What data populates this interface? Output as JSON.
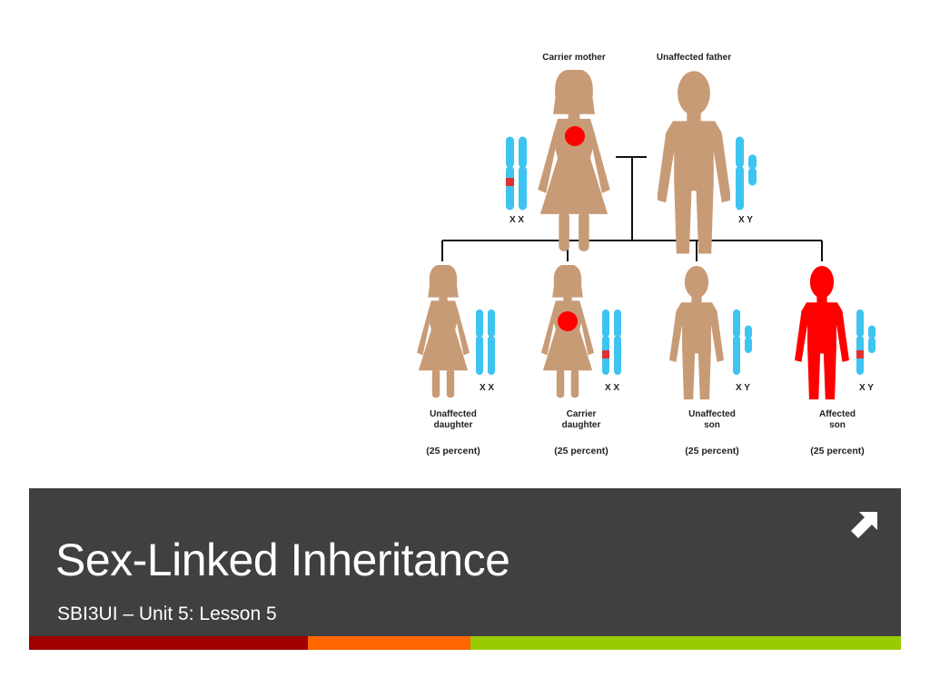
{
  "slide": {
    "title": "Sex-Linked Inheritance",
    "subtitle": "SBI3UI – Unit 5: Lesson 5",
    "icon": "diagonal-arrow-up-right-icon"
  },
  "colors": {
    "title_band": "#404040",
    "skin": "#c89b77",
    "affected": "#ff0000",
    "chromosome": "#3ec4f0",
    "accent_red": "#a00000",
    "accent_orange": "#ff6600",
    "accent_green": "#99cc00"
  },
  "pedigree": {
    "parents": [
      {
        "label": "Carrier mother",
        "chromosomes": "X X"
      },
      {
        "label": "Unaffected father",
        "chromosomes": "X Y"
      }
    ],
    "children": [
      {
        "label_line1": "Unaffected",
        "label_line2": "daughter",
        "chromosomes": "X X",
        "percent": "(25 percent)"
      },
      {
        "label_line1": "Carrier",
        "label_line2": "daughter",
        "chromosomes": "X X",
        "percent": "(25 percent)"
      },
      {
        "label_line1": "Unaffected",
        "label_line2": "son",
        "chromosomes": "X Y",
        "percent": "(25 percent)"
      },
      {
        "label_line1": "Affected",
        "label_line2": "son",
        "chromosomes": "X Y",
        "percent": "(25 percent)"
      }
    ]
  }
}
